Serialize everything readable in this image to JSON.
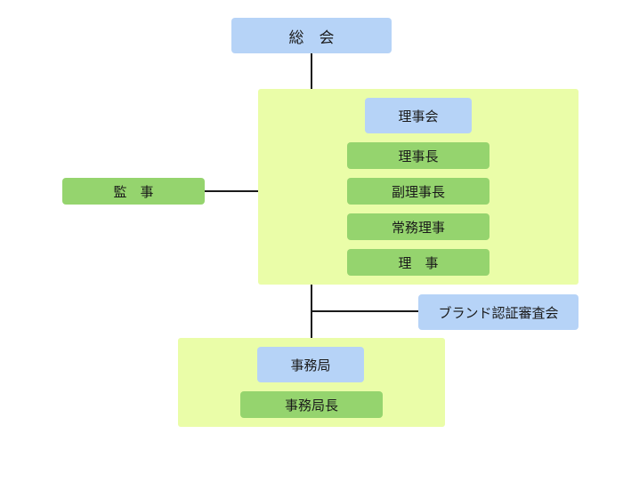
{
  "nodes": {
    "general_assembly": "総　会",
    "board_of_directors": "理事会",
    "chairman": "理事長",
    "vice_chairman": "副理事長",
    "executive_director": "常務理事",
    "director": "理　事",
    "auditor": "監　事",
    "brand_certification_committee": "ブランド認証審査会",
    "secretariat": "事務局",
    "secretariat_director": "事務局長"
  },
  "colors": {
    "group_background": "#eafda8",
    "body_node": "#b6d3f7",
    "officer_node": "#95d46e",
    "connector": "#1a1a1a"
  }
}
